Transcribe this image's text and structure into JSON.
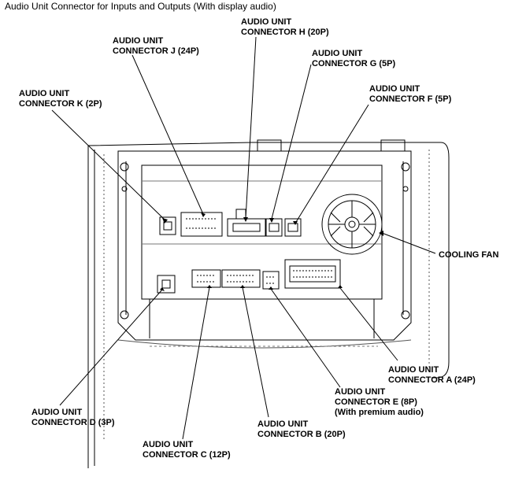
{
  "title": "Audio Unit Connector for Inputs and Outputs (With display audio)",
  "labels": {
    "h": {
      "line1": "AUDIO UNIT",
      "line2": "CONNECTOR H (20P)"
    },
    "j": {
      "line1": "AUDIO UNIT",
      "line2": "CONNECTOR J (24P)"
    },
    "g": {
      "line1": "AUDIO UNIT",
      "line2": "CONNECTOR G (5P)"
    },
    "k": {
      "line1": "AUDIO UNIT",
      "line2": "CONNECTOR K (2P)"
    },
    "f": {
      "line1": "AUDIO UNIT",
      "line2": "CONNECTOR F (5P)"
    },
    "fan": {
      "line1": "COOLING FAN"
    },
    "a": {
      "line1": "AUDIO UNIT",
      "line2": "CONNECTOR A (24P)"
    },
    "e": {
      "line1": "AUDIO UNIT",
      "line2": "CONNECTOR E (8P)",
      "line3": "(With premium audio)"
    },
    "d": {
      "line1": "AUDIO UNIT",
      "line2": "CONNECTOR D (3P)"
    },
    "b": {
      "line1": "AUDIO UNIT",
      "line2": "CONNECTOR B (20P)"
    },
    "c": {
      "line1": "AUDIO UNIT",
      "line2": "CONNECTOR C (12P)"
    }
  }
}
